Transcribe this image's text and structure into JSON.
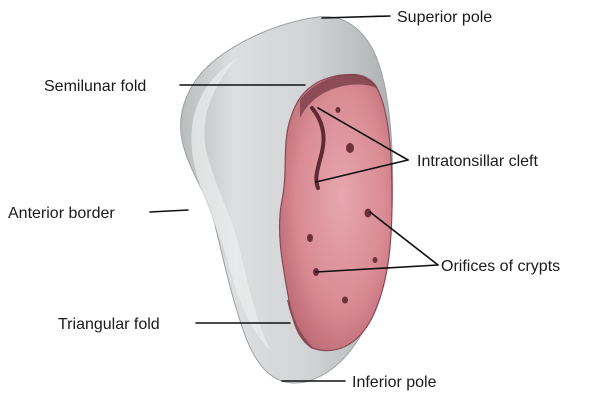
{
  "labels": {
    "superior_pole": "Superior pole",
    "semilunar_fold": "Semilunar fold",
    "intratonsillar_cleft": "Intratonsillar cleft",
    "anterior_border": "Anterior border",
    "orifices_of_crypts": "Orifices of crypts",
    "triangular_fold": "Triangular fold",
    "inferior_pole": "Inferior pole"
  },
  "colors": {
    "tonsil_body": "#cfd1d2",
    "tonsil_shadow": "#a9acad",
    "medial_surface": "#d98b94",
    "medial_surface_dark": "#b86470",
    "leader_line": "#111111",
    "text": "#1a1a1a"
  }
}
